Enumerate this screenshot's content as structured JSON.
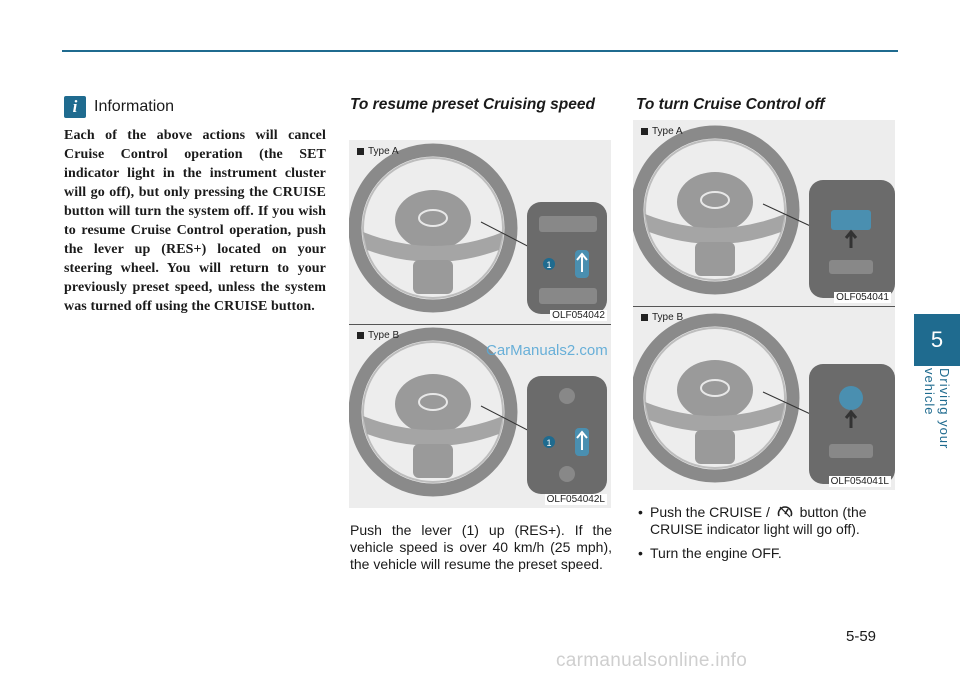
{
  "page": {
    "number": "5-59"
  },
  "chapter": {
    "number": "5",
    "title": "Driving your vehicle"
  },
  "info": {
    "icon": "i",
    "title": "Information",
    "body": "Each of the above actions will cancel Cruise Control operation (the SET indicator light in the instrument cluster will go off), but only pressing the CRUISE button will turn the system off. If you wish to resume Cruise Control operation, push the lever up (RES+) located on your steering wheel. You will return to your previously preset speed, unless the system was turned off using the CRUISE button."
  },
  "resume": {
    "heading": "To resume preset Cruising speed",
    "figure_a": {
      "tag": "Type A",
      "code": "OLF054042"
    },
    "figure_b": {
      "tag": "Type B",
      "code": "OLF054042L"
    },
    "text": "Push the lever (1) up (RES+). If the vehicle speed is over 40 km/h (25 mph), the vehicle will resume the preset speed."
  },
  "turn_off": {
    "heading": "To turn Cruise Control off",
    "figure_a": {
      "tag": "Type A",
      "code": "OLF054041"
    },
    "figure_b": {
      "tag": "Type B",
      "code": "OLF054041L"
    },
    "bullets": [
      {
        "pre": "Push the CRUISE / ",
        "icon": "cruise-speedometer-icon",
        "post": " button (the CRUISE indicator light will go off)."
      },
      {
        "text": "Turn the engine OFF."
      }
    ]
  },
  "watermark": "CarManuals2.com",
  "footer": "carmanualsonline.info",
  "colors": {
    "accent": "#1f6b8f",
    "figure_bg": "#ededed"
  }
}
